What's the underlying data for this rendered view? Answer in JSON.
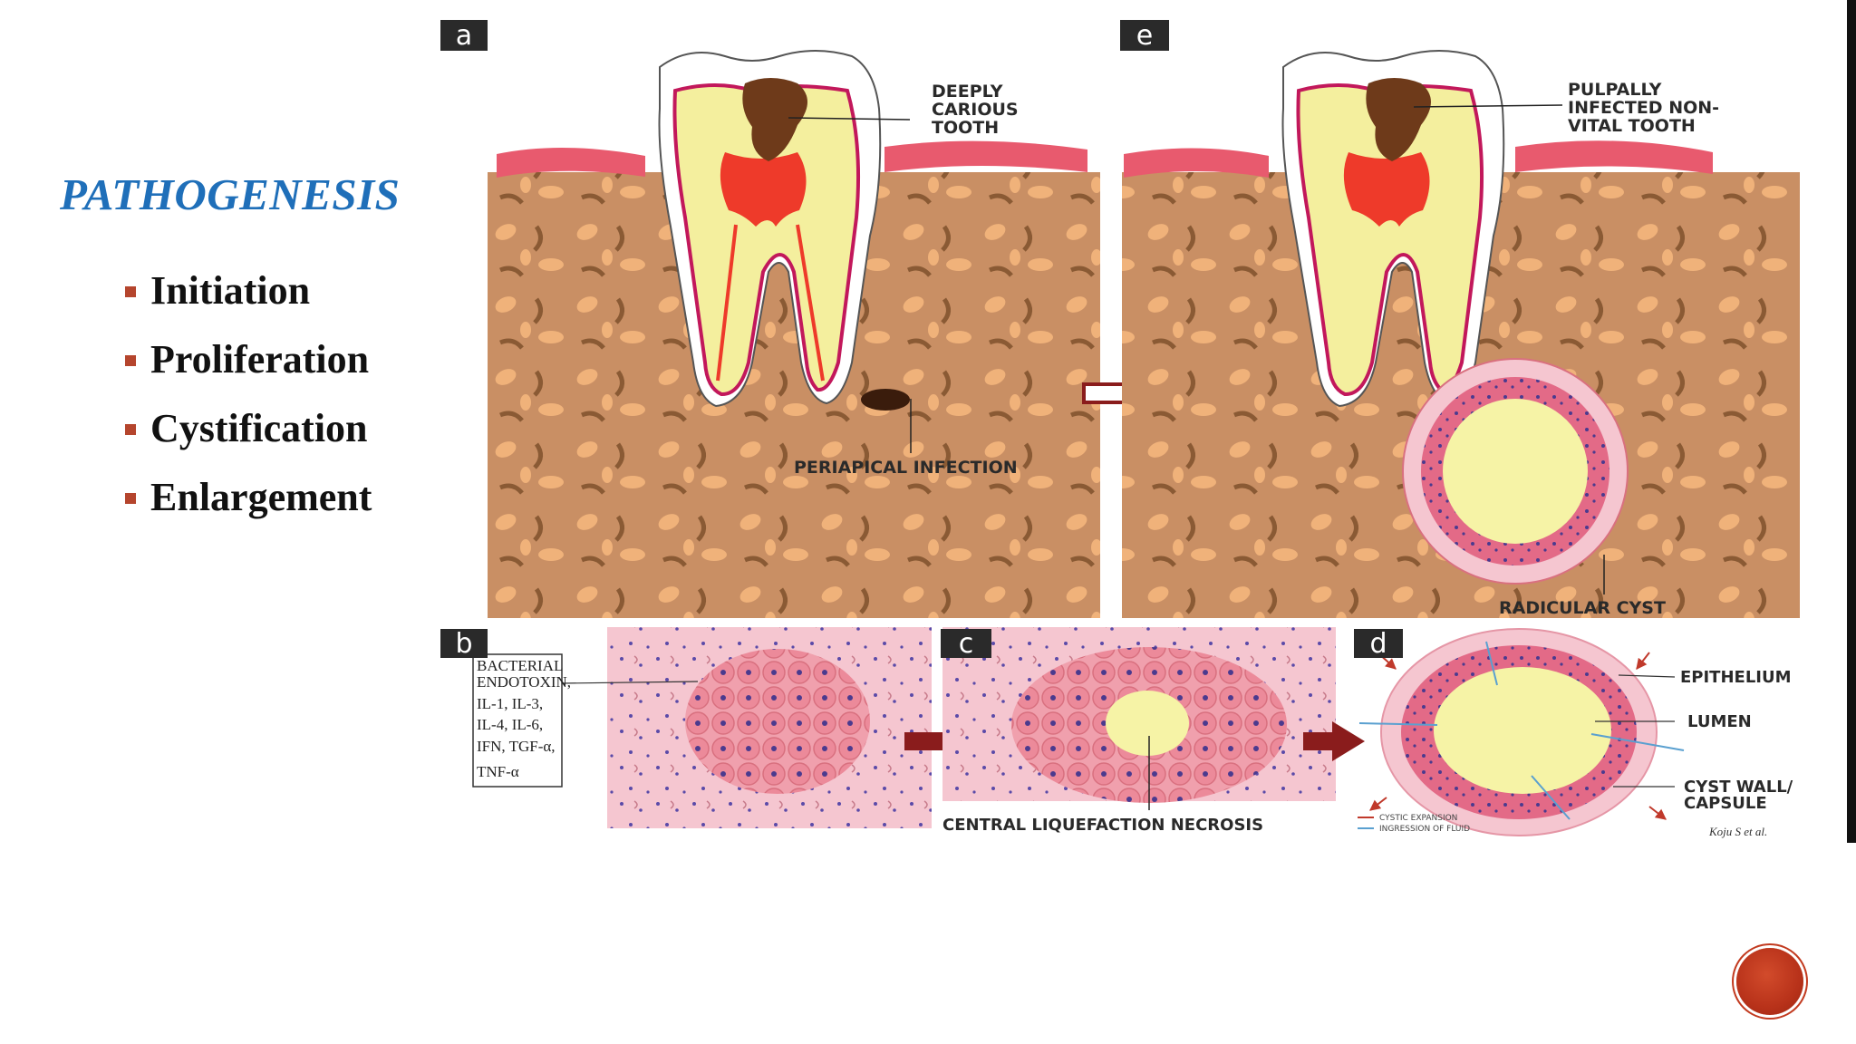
{
  "slide": {
    "heading": "PATHOGENESIS",
    "bullets": [
      "Initiation",
      "Proliferation",
      "Cystification",
      "Enlargement"
    ]
  },
  "figure": {
    "panels": {
      "a": "a",
      "b": "b",
      "c": "c",
      "d": "d",
      "e": "e"
    },
    "labels": {
      "deeply_carious": [
        "DEEPLY",
        "CARIOUS",
        "TOOTH"
      ],
      "pulpally_infected": [
        "PULPALLY",
        "INFECTED NON-",
        "VITAL TOOTH"
      ],
      "periapical_infection": "PERIAPICAL INFECTION",
      "radicular_cyst": "RADICULAR CYST",
      "central_necrosis": "CENTRAL LIQUEFACTION NECROSIS",
      "epithelium": "EPITHELIUM",
      "lumen": "LUMEN",
      "cyst_wall": [
        "CYST WALL/",
        "CAPSULE"
      ],
      "bacterial_box": [
        "BACTERIAL",
        "ENDOTOXIN,",
        "IL-1, IL-3,",
        "IL-4, IL-6,",
        "IFN, TGF-α,",
        "TNF-α"
      ],
      "legend_expansion": "CYSTIC EXPANSION",
      "legend_fluid": "INGRESSION OF FLUID",
      "credit": "Koju S et al."
    },
    "colors": {
      "bone": "#c98f64",
      "bone_pores": "#f0b27a",
      "gum": "#e85a6e",
      "dentin": "#f4ef9e",
      "pulp": "#ee3a2a",
      "caries": "#6e3a1a",
      "tissue": "#f5c6d0",
      "cells": "#ec8a9a",
      "lumen": "#f6f3a6",
      "arrow": "#8a1c1c"
    }
  }
}
